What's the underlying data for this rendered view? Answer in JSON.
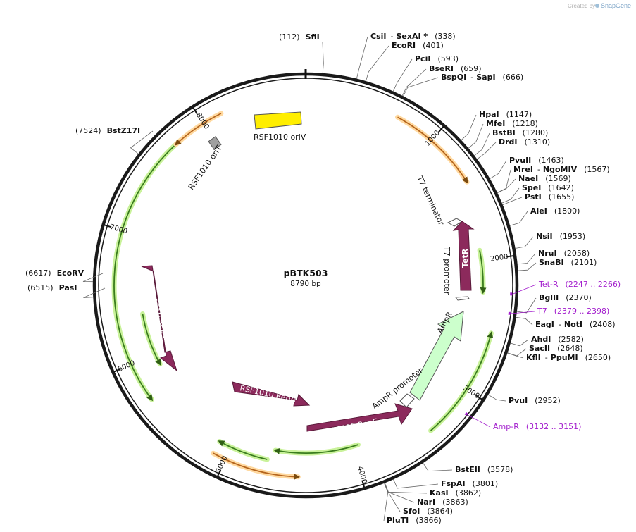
{
  "watermark": {
    "prefix": "Created by",
    "brand": "SnapGene"
  },
  "plasmid": {
    "name": "pBTK503",
    "size": "8790 bp",
    "length_bp": 8790
  },
  "ticks": [
    {
      "label": "1000",
      "bp": 1000
    },
    {
      "label": "2000",
      "bp": 2000
    },
    {
      "label": "3000",
      "bp": 3000
    },
    {
      "label": "4000",
      "bp": 4000
    },
    {
      "label": "5000",
      "bp": 5000
    },
    {
      "label": "6000",
      "bp": 6000
    },
    {
      "label": "7000",
      "bp": 7000
    },
    {
      "label": "8000",
      "bp": 8000
    }
  ],
  "sites_right": [
    {
      "names": [
        "SfiI"
      ],
      "pos_label": "(112)",
      "bp": 112,
      "side": "left"
    },
    {
      "names": [
        "CsiI",
        "SexAI *"
      ],
      "pos_label": "(338)",
      "bp": 338
    },
    {
      "names": [
        "EcoRI"
      ],
      "pos_label": "(401)",
      "bp": 401
    },
    {
      "names": [
        "PciI"
      ],
      "pos_label": "(593)",
      "bp": 593
    },
    {
      "names": [
        "BseRI"
      ],
      "pos_label": "(659)",
      "bp": 659
    },
    {
      "names": [
        "BspQI",
        "SapI"
      ],
      "pos_label": "(666)",
      "bp": 666
    },
    {
      "names": [
        "HpaI"
      ],
      "pos_label": "(1147)",
      "bp": 1147
    },
    {
      "names": [
        "MfeI"
      ],
      "pos_label": "(1218)",
      "bp": 1218
    },
    {
      "names": [
        "BstBI"
      ],
      "pos_label": "(1280)",
      "bp": 1280
    },
    {
      "names": [
        "DrdI"
      ],
      "pos_label": "(1310)",
      "bp": 1310
    },
    {
      "names": [
        "PvuII"
      ],
      "pos_label": "(1463)",
      "bp": 1463
    },
    {
      "names": [
        "MreI",
        "NgoMIV"
      ],
      "pos_label": "(1567)",
      "bp": 1567
    },
    {
      "names": [
        "NaeI"
      ],
      "pos_label": "(1569)",
      "bp": 1569
    },
    {
      "names": [
        "SpeI"
      ],
      "pos_label": "(1642)",
      "bp": 1642
    },
    {
      "names": [
        "PstI"
      ],
      "pos_label": "(1655)",
      "bp": 1655
    },
    {
      "names": [
        "AleI"
      ],
      "pos_label": "(1800)",
      "bp": 1800
    },
    {
      "names": [
        "NsiI"
      ],
      "pos_label": "(1953)",
      "bp": 1953
    },
    {
      "names": [
        "NruI"
      ],
      "pos_label": "(2058)",
      "bp": 2058
    },
    {
      "names": [
        "SnaBI"
      ],
      "pos_label": "(2101)",
      "bp": 2101
    },
    {
      "names": [
        "BglII"
      ],
      "pos_label": "(2370)",
      "bp": 2370
    },
    {
      "names": [
        "EagI",
        "NotI"
      ],
      "pos_label": "(2408)",
      "bp": 2408
    },
    {
      "names": [
        "AhdI"
      ],
      "pos_label": "(2582)",
      "bp": 2582
    },
    {
      "names": [
        "SacII"
      ],
      "pos_label": "(2648)",
      "bp": 2648
    },
    {
      "names": [
        "KflI",
        "PpuMI"
      ],
      "pos_label": "(2650)",
      "bp": 2650
    },
    {
      "names": [
        "PvuI"
      ],
      "pos_label": "(2952)",
      "bp": 2952
    },
    {
      "names": [
        "BstEII"
      ],
      "pos_label": "(3578)",
      "bp": 3578
    },
    {
      "names": [
        "FspAI"
      ],
      "pos_label": "(3801)",
      "bp": 3801
    },
    {
      "names": [
        "KasI"
      ],
      "pos_label": "(3862)",
      "bp": 3862
    },
    {
      "names": [
        "NarI"
      ],
      "pos_label": "(3863)",
      "bp": 3863
    },
    {
      "names": [
        "SfoI"
      ],
      "pos_label": "(3864)",
      "bp": 3864
    },
    {
      "names": [
        "PluTI"
      ],
      "pos_label": "(3866)",
      "bp": 3866
    }
  ],
  "sites_left": [
    {
      "names": [
        "BstZ17I"
      ],
      "pos_label": "(7524)",
      "bp": 7524
    },
    {
      "names": [
        "EcoRV"
      ],
      "pos_label": "(6617)",
      "bp": 6617
    },
    {
      "names": [
        "PasI"
      ],
      "pos_label": "(6515)",
      "bp": 6515
    }
  ],
  "primers": [
    {
      "name": "Tet-R",
      "range": "(2247 .. 2266)",
      "start": 2247,
      "end": 2266
    },
    {
      "name": "T7",
      "range": "(2379 .. 2398)",
      "start": 2379,
      "end": 2398
    },
    {
      "name": "Amp-R",
      "range": "(3132 .. 3151)",
      "start": 3132,
      "end": 3151
    }
  ],
  "features": [
    {
      "name": "RSF1010 oriV",
      "kind": "origin"
    },
    {
      "name": "RSF1010 oriT",
      "kind": "oriT"
    },
    {
      "name": "T7 terminator",
      "kind": "terminator"
    },
    {
      "name": "TetR",
      "kind": "cds"
    },
    {
      "name": "T7 promoter",
      "kind": "promoter"
    },
    {
      "name": "AmpR",
      "kind": "amp"
    },
    {
      "name": "AmpR promoter",
      "kind": "promoter"
    },
    {
      "name": "RSF1010 RepC",
      "kind": "cds"
    },
    {
      "name": "RSF1010 RepA",
      "kind": "cds"
    },
    {
      "name": "RSF1010 RepB",
      "kind": "cds"
    }
  ],
  "colors": {
    "backbone": "#1a1a1a",
    "cds": "#8c2a5c",
    "origin": "#ffee00",
    "ampr": "#ccffcc",
    "orf_green": "#3a7d1e",
    "orf_orange": "#b5651d",
    "primer": "#a21ccd",
    "oriT": "#a0a0a0"
  }
}
